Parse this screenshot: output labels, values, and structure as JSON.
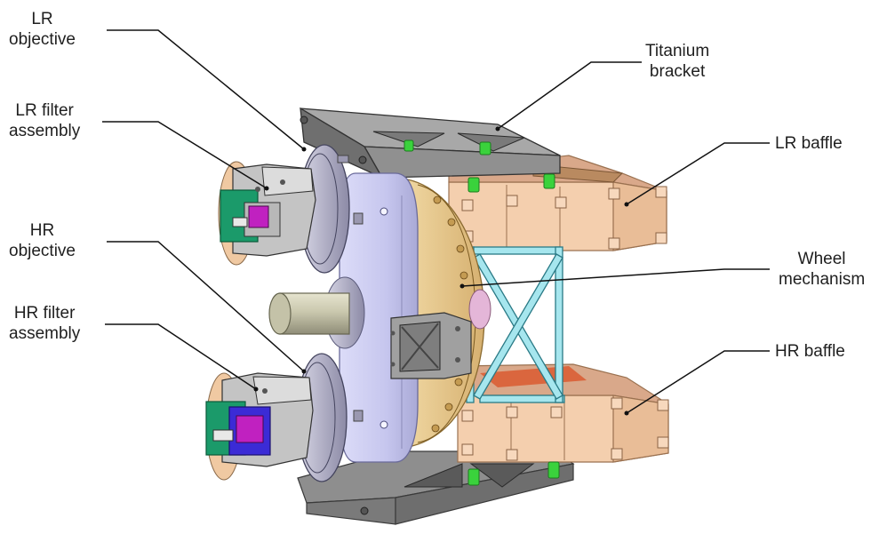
{
  "labels": {
    "lr_objective": [
      "LR",
      "objective"
    ],
    "lr_filter": [
      "LR filter",
      "assembly"
    ],
    "hr_objective": [
      "HR",
      "objective"
    ],
    "hr_filter": [
      "HR filter",
      "assembly"
    ],
    "titanium": [
      "Titanium",
      "bracket"
    ],
    "lr_baffle": [
      "LR baffle"
    ],
    "wheel": [
      "Wheel",
      "mechanism"
    ],
    "hr_baffle": [
      "HR baffle"
    ]
  },
  "colors": {
    "baffle": "#f7d3b3",
    "baffle_edge": "#a47a58",
    "plate": "#c8c8ee",
    "plate_edge": "#6a6a9a",
    "wheel": "#e9c98c",
    "wheel_edge": "#8a6a30",
    "bracket": "#9a9a9a",
    "bracket_edge": "#3a3a3a",
    "frame": "#9fe0e8",
    "frame_edge": "#2a7a86",
    "spacer": "#39d13b",
    "filter_green": "#1a9a6a",
    "filter_magenta": "#c021c0",
    "filter_blue": "#3b2bd6",
    "objective": "#bdbcd0",
    "leader": "#111111"
  }
}
